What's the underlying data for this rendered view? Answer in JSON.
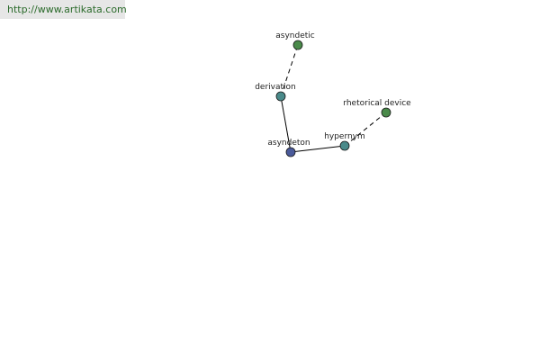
{
  "banner": {
    "url": "http://www.artikata.com"
  },
  "graph": {
    "colors": {
      "center_node": "#4a5a9a",
      "related_node": "#4a8a8a",
      "leaf_node": "#4a8a4a",
      "edge": "#000000"
    },
    "nodes": [
      {
        "id": "asyndeton",
        "label": "asyndeton",
        "kind": "center"
      },
      {
        "id": "derivation",
        "label": "derivation",
        "kind": "related"
      },
      {
        "id": "hypernym",
        "label": "hypernym",
        "kind": "related"
      },
      {
        "id": "asyndetic",
        "label": "asyndetic",
        "kind": "leaf"
      },
      {
        "id": "rhetorical-device",
        "label": "rhetorical device",
        "kind": "leaf"
      }
    ],
    "edges": [
      {
        "from": "asyndeton",
        "to": "derivation",
        "style": "solid"
      },
      {
        "from": "asyndeton",
        "to": "hypernym",
        "style": "solid"
      },
      {
        "from": "derivation",
        "to": "asyndetic",
        "style": "dashed"
      },
      {
        "from": "hypernym",
        "to": "rhetorical-device",
        "style": "dashed"
      }
    ]
  }
}
